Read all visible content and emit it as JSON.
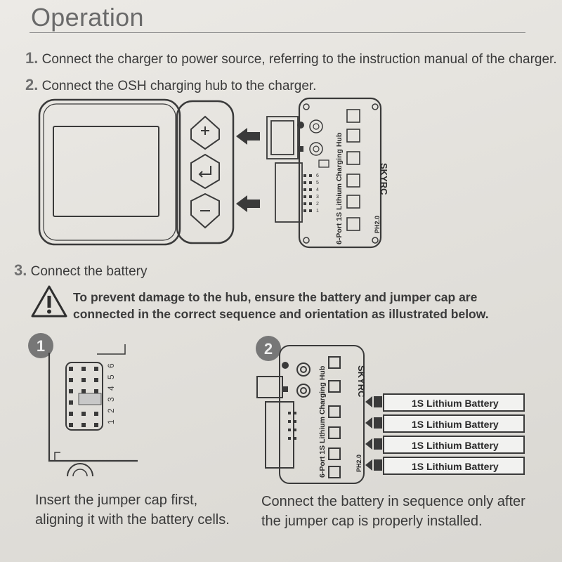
{
  "heading": "Operation",
  "steps": [
    {
      "num": "1.",
      "text": "Connect the charger to power source, referring to the instruction manual of the charger."
    },
    {
      "num": "2.",
      "text": "Connect the OSH charging hub to the charger."
    },
    {
      "num": "3.",
      "text": "Connect the battery"
    }
  ],
  "warning": {
    "line1": "To prevent damage to the hub, ensure the battery and jumper cap are",
    "line2": "connected in the correct sequence and orientation as illustrated below."
  },
  "hub": {
    "title": "6-Port 1S Lithium Charging Hub",
    "brand": "SKYRC",
    "connector": "PH2.0",
    "port_numbers": [
      "1",
      "2",
      "3",
      "4",
      "5",
      "6"
    ]
  },
  "figures": [
    {
      "badge": "1",
      "caption_line1": "Insert the jumper cap first,",
      "caption_line2": "aligning it with the battery cells."
    },
    {
      "badge": "2",
      "caption_line1": "Connect the battery in sequence only after",
      "caption_line2": "the jumper cap is properly installed."
    }
  ],
  "batteries": [
    "1S Lithium Battery",
    "1S Lithium Battery",
    "1S Lithium Battery",
    "1S Lithium Battery"
  ],
  "charger_buttons": [
    "plus-icon",
    "enter-icon",
    "minus-icon"
  ],
  "colors": {
    "ink": "#2f2f2f",
    "heading": "#6a6a6a",
    "paper": "#e6e4df"
  }
}
